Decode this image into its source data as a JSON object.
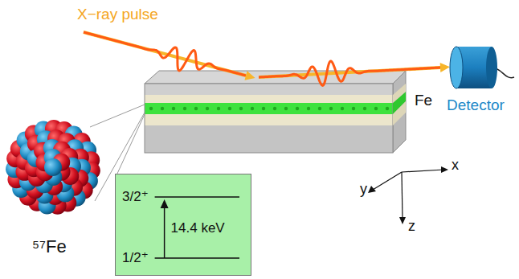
{
  "diagram": {
    "nodes": [
      {
        "text": [
          "3/2⁺",
          "14.4 keV",
          "1/2⁺"
        ]
      }
    ],
    "labels": [
      "X−ray pulse",
      "Fe",
      "Detector",
      "x",
      "y",
      "z",
      "⁵⁷Fe"
    ]
  }
}
